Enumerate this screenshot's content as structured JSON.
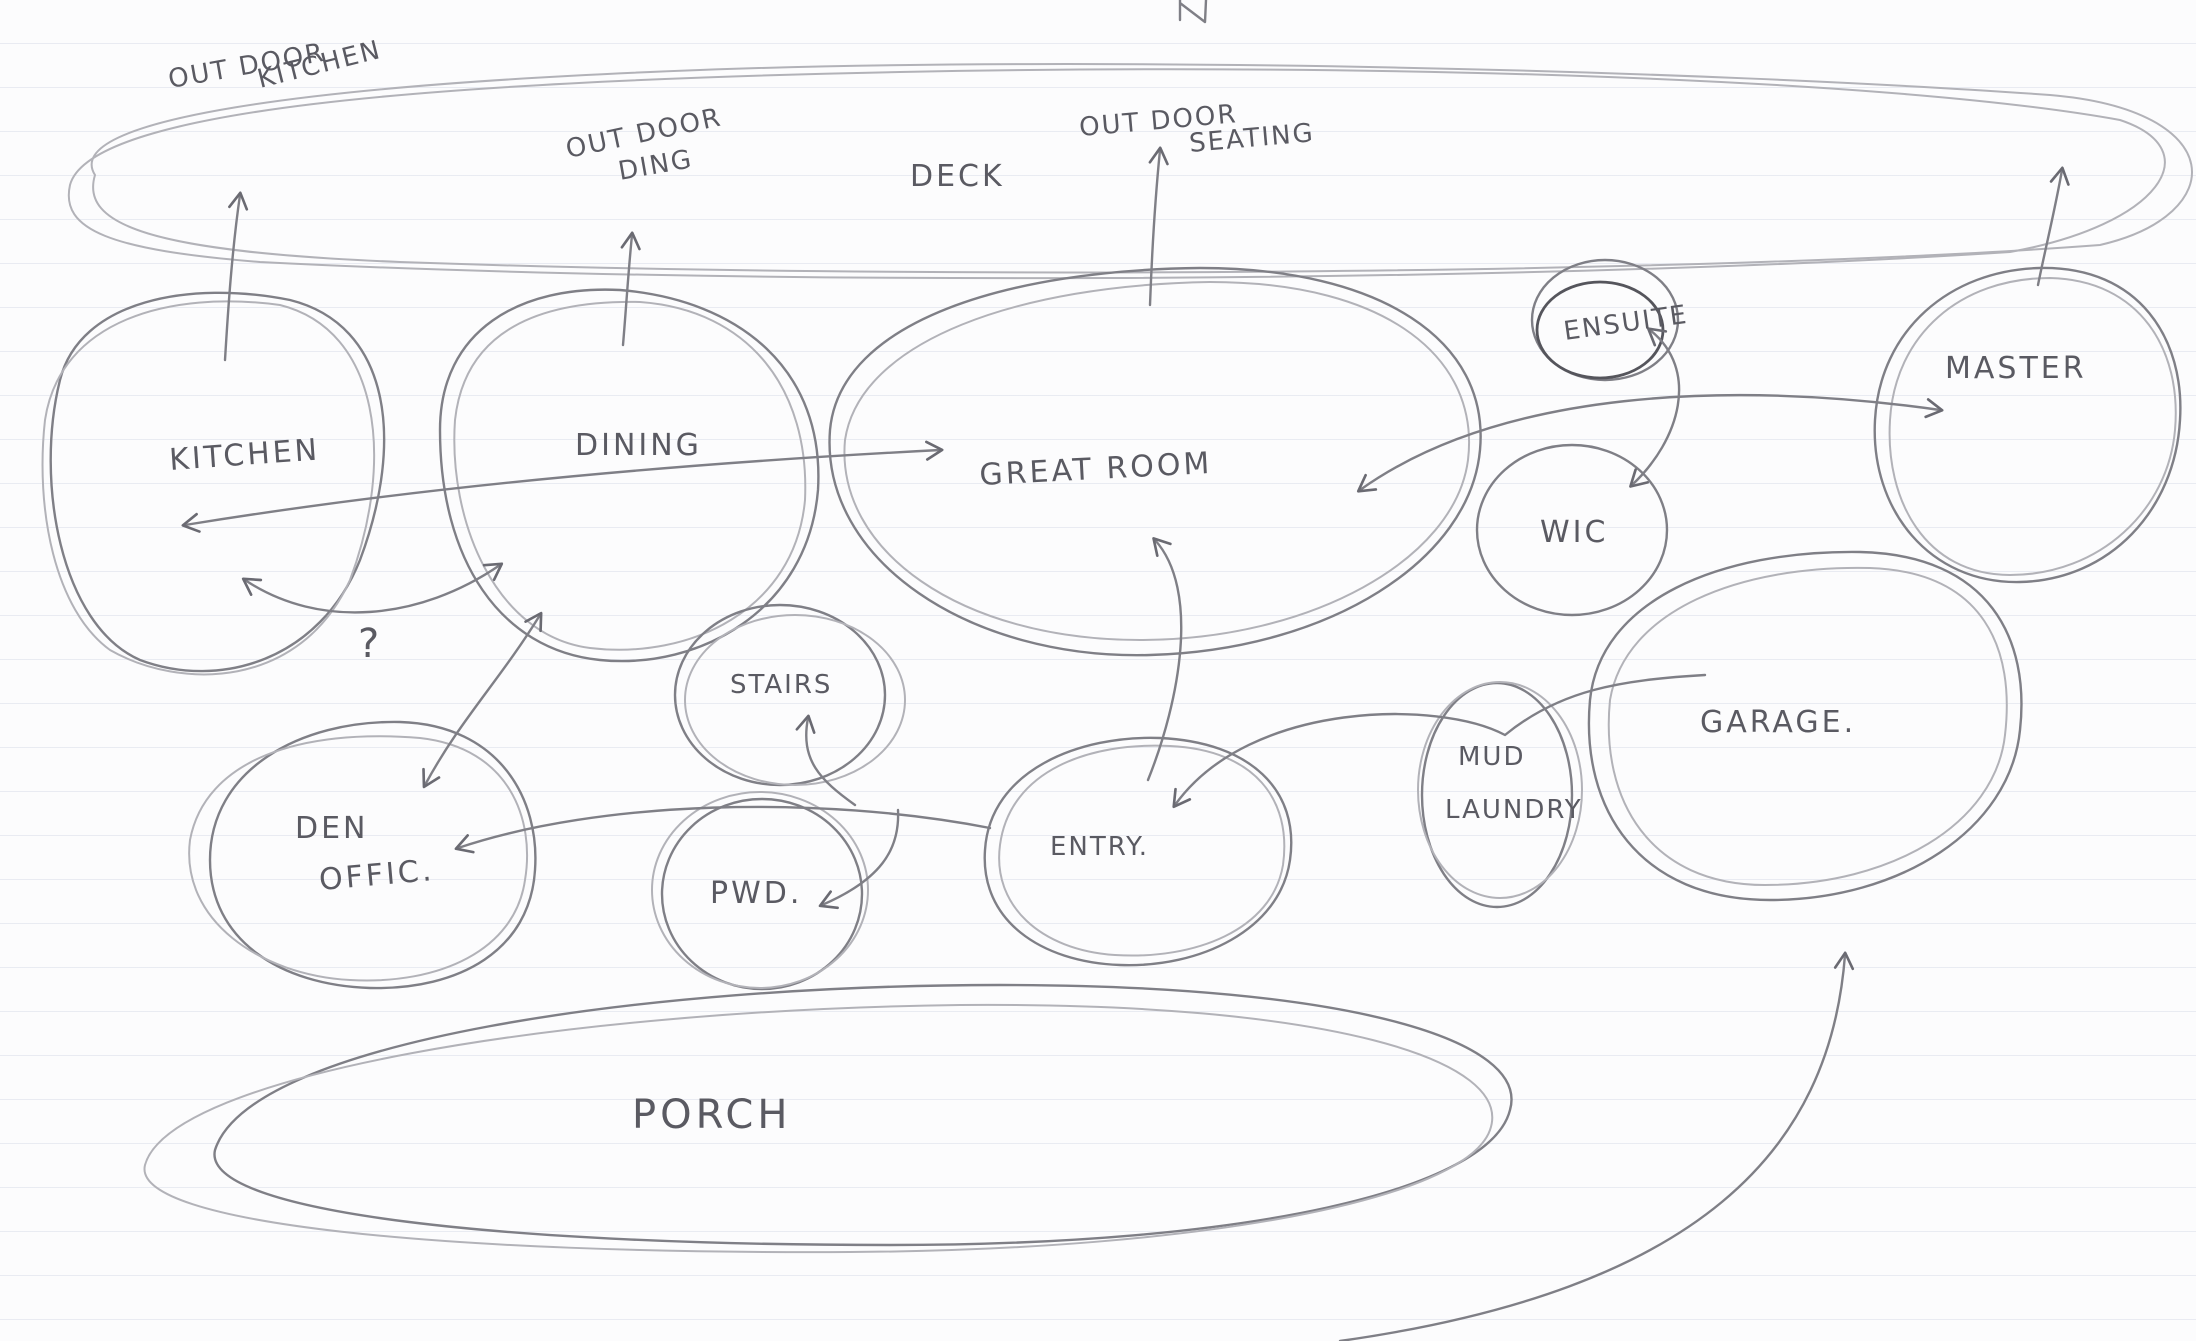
{
  "spaces": {
    "outdoor_kitchen_1": "OUT DOOR",
    "outdoor_kitchen_2": "KITCHEN",
    "outdoor_dining_1": "OUT DOOR",
    "outdoor_dining_2": "DING",
    "deck": "DECK",
    "outdoor_seating_1": "OUT DOOR",
    "outdoor_seating_2": "SEATING",
    "kitchen": "KITCHEN",
    "dining": "DINING",
    "great_room": "GREAT ROOM",
    "ensuite": "ENSUITE",
    "wic": "WIC",
    "master": "MASTER",
    "stairs": "STAIRS",
    "den_1": "DEN",
    "den_2": "OFFIC.",
    "pwd": "PWD.",
    "entry": "ENTRY.",
    "mud_1": "MUD",
    "mud_2": "LAUNDRY",
    "garage": "GARAGE.",
    "porch": "PORCH"
  },
  "annotations": {
    "question": "?",
    "north": "N"
  },
  "colors": {
    "pencil": "#7f7f86",
    "pencil_light": "#b2b2b8",
    "pencil_dark": "#55555c",
    "paper": "#fcfcfd",
    "rule_line": "#d2d7e4"
  }
}
